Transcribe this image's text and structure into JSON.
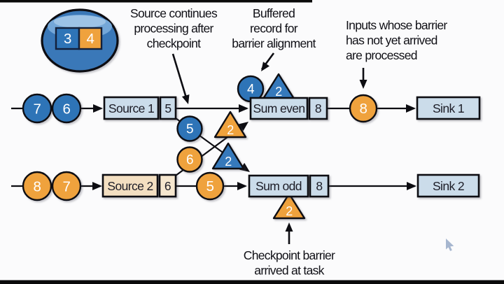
{
  "colors": {
    "record_blue": "#2e74b7",
    "record_orange": "#efa23d",
    "task_box_fill": "#cbdcea",
    "source2_box_fill": "#f3dfc1",
    "line": "#0d0d12",
    "background": "#fbfbfc"
  },
  "state_store": {
    "record_blue": "3",
    "record_orange": "4"
  },
  "annotations": {
    "source_continues": {
      "l1": "Source continues",
      "l2": "processing after",
      "l3": "checkpoint"
    },
    "buffered": {
      "l1": "Buffered",
      "l2": "record for",
      "l3": "barrier alignment"
    },
    "inputs": {
      "l1": "Inputs whose barrier",
      "l2": "has not yet arrived",
      "l3": "are processed"
    },
    "checkpoint": {
      "l1": "Checkpoint barrier",
      "l2": "arrived at task"
    }
  },
  "nodes": {
    "source1": {
      "label": "Source 1",
      "slot": "5"
    },
    "source2": {
      "label": "Source 2",
      "slot": "6"
    },
    "sum_even": {
      "label": "Sum even",
      "slot": "8"
    },
    "sum_odd": {
      "label": "Sum odd",
      "slot": "8"
    },
    "sink1": {
      "label": "Sink 1"
    },
    "sink2": {
      "label": "Sink 2"
    }
  },
  "records": {
    "stream1_a": "7",
    "stream1_b": "6",
    "stream2_a": "8",
    "stream2_b": "7",
    "s1_inflight": "5",
    "s2_inflight": "6",
    "s2_row": "5",
    "buffered": "4",
    "output": "8"
  },
  "barriers": {
    "above_sum_even": "2",
    "diag_orange": "2",
    "diag_blue": "2",
    "below_sum_odd": "2"
  }
}
